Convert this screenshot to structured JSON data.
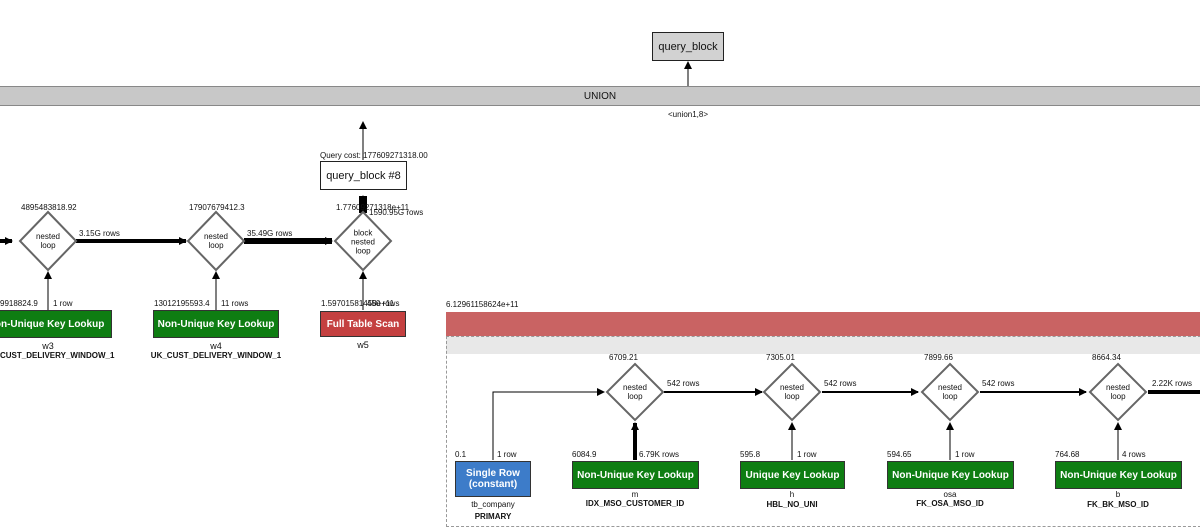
{
  "query_block_top": "query_block",
  "union": {
    "label": "UNION",
    "sub": "<union1,8>"
  },
  "qb8": {
    "label": "query_block #8",
    "cost": "Query cost: 177609271318.00"
  },
  "left_chain": {
    "n1": {
      "cost": "4895483818.92",
      "text": "nested\nloop",
      "rows_out": "3.15G rows"
    },
    "n2": {
      "cost": "17907679412.3",
      "text": "nested\nloop",
      "rows_out": "35.49G rows"
    },
    "n3": {
      "cost": "1.77609271318e+11",
      "text": "block\nnested\nloop",
      "rows_out": "1590.95G rows"
    },
    "w3": {
      "cost": "9918824.9",
      "rows": "1 row",
      "op": "Non-Unique Key Lookup",
      "table": "w3",
      "key": "CUST_DELIVERY_WINDOW_1"
    },
    "w4": {
      "cost": "13012195593.4",
      "rows": "11 rows",
      "op": "Non-Unique Key Lookup",
      "table": "w4",
      "key": "UK_CUST_DELIVERY_WINDOW_1"
    },
    "w5": {
      "cost": "1.59701581458e+11",
      "rows": "450 rows",
      "op": "Full Table Scan",
      "table": "w5"
    }
  },
  "right_block": {
    "cost": "6.12961158624e+11",
    "n1": {
      "cost": "6709.21",
      "text": "nested\nloop",
      "rows_out": "542 rows"
    },
    "n2": {
      "cost": "7305.01",
      "text": "nested\nloop",
      "rows_out": "542 rows"
    },
    "n3": {
      "cost": "7899.66",
      "text": "nested\nloop",
      "rows_out": "542 rows"
    },
    "n4": {
      "cost": "8664.34",
      "text": "nested\nloop",
      "rows_out": "2.22K rows"
    },
    "tb": {
      "cost": "0.1",
      "rows": "1 row",
      "op": "Single Row\n(constant)",
      "table": "tb_company",
      "key": "PRIMARY"
    },
    "m": {
      "cost": "6084.9",
      "rows": "6.79K rows",
      "op": "Non-Unique Key Lookup",
      "table": "m",
      "key": "IDX_MSO_CUSTOMER_ID"
    },
    "h": {
      "cost": "595.8",
      "rows": "1 row",
      "op": "Unique Key Lookup",
      "table": "h",
      "key": "HBL_NO_UNI"
    },
    "osa": {
      "cost": "594.65",
      "rows": "1 row",
      "op": "Non-Unique Key Lookup",
      "table": "osa",
      "key": "FK_OSA_MSO_ID"
    },
    "b": {
      "cost": "764.68",
      "rows": "4 rows",
      "op": "Non-Unique Key Lookup",
      "table": "b",
      "key": "FK_BK_MSO_ID"
    }
  },
  "colors": {
    "lookup": "#0e7d12",
    "scan": "#c44040",
    "const": "#3d7cc9",
    "union": "#c8c8c8",
    "header": "#c96363"
  }
}
